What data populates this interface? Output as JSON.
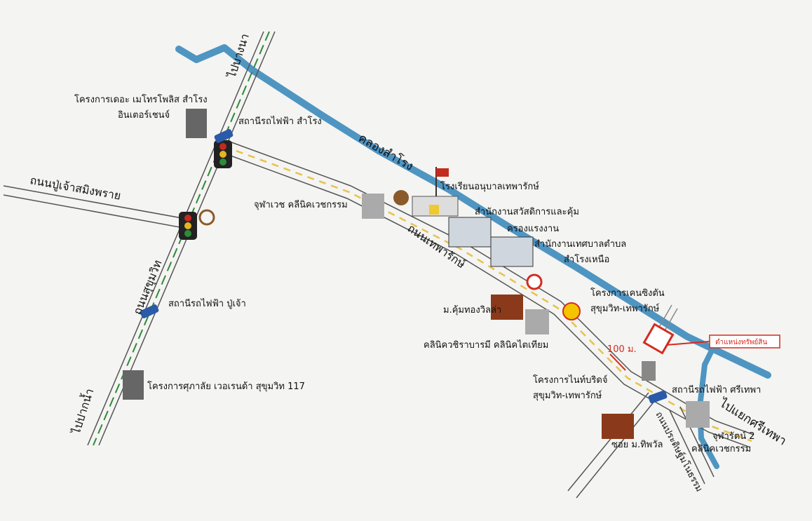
{
  "canal": {
    "label": "คลองสำโรง",
    "color": "#4f95c2"
  },
  "roads": {
    "sukhumvit": "ถนนสุขุมวิท",
    "theparak": "ถนนเทพารักษ์",
    "pujao": "ถนนปู่เจ้าสมิงพราย",
    "pradit": "ถนนประดิษฐ์มโนธรรม",
    "to_bangna": "ไปบางนา",
    "to_paknam": "ไปปากน้ำ",
    "to_srithepa": "ไปแยกศรีเทพา"
  },
  "places": {
    "metropolis_1": "โครงการเดอะ เมโทรโพลิส สำโรง",
    "metropolis_2": "อินเตอร์เชนจ์",
    "bts_samrong": "สถานีรถไฟฟ้า สำโรง",
    "bts_pujao": "สถานีรถไฟฟ้า ปู่เจ้า",
    "supalai": "โครงการศุภาลัย เวอเรนด้า สุขุมวิท 117",
    "chulavej": "จุฬาเวช คลีนิคเวชกรรม",
    "school": "โรงเรียนอนุบาลเทพารักษ์",
    "welfare_1": "สำนักงานสวัสดิการและคุ้ม",
    "welfare_2": "ครองแรงงาน",
    "municipal_1": "สำนักงานเทศบาลตำบล",
    "municipal_2": "สำโรงเหนือ",
    "khumthong": "ม.คุ้มทองวิลล่า",
    "wachira": "คลินิควชิราบารมี คลินิคไตเทียม",
    "kensington_1": "โครงการเคนซิงตัน",
    "kensington_2": "สุขุมวิท-เทพารักษ์",
    "distance": "100 ม.",
    "property": "ตำแหน่งทรัพย์สิน",
    "knightsbridge_1": "โครงการไนท์บริดจ์",
    "knightsbridge_2": "สุขุมวิท-เทพารักษ์",
    "bts_srithepa": "สถานีรถไฟฟ้า ศรีเทพา",
    "jparat_1": "จุฬารัตน์ 2",
    "jparat_2": "คลินิคเวชกรรม",
    "soi_tipwan": "ซอย ม.ทิพวัล"
  },
  "colors": {
    "canal": "#4f95c2",
    "marker": "#d42b1e",
    "road": "#555555",
    "rail_dash": "#2f8a3a",
    "center_dash": "#e8c24a"
  }
}
